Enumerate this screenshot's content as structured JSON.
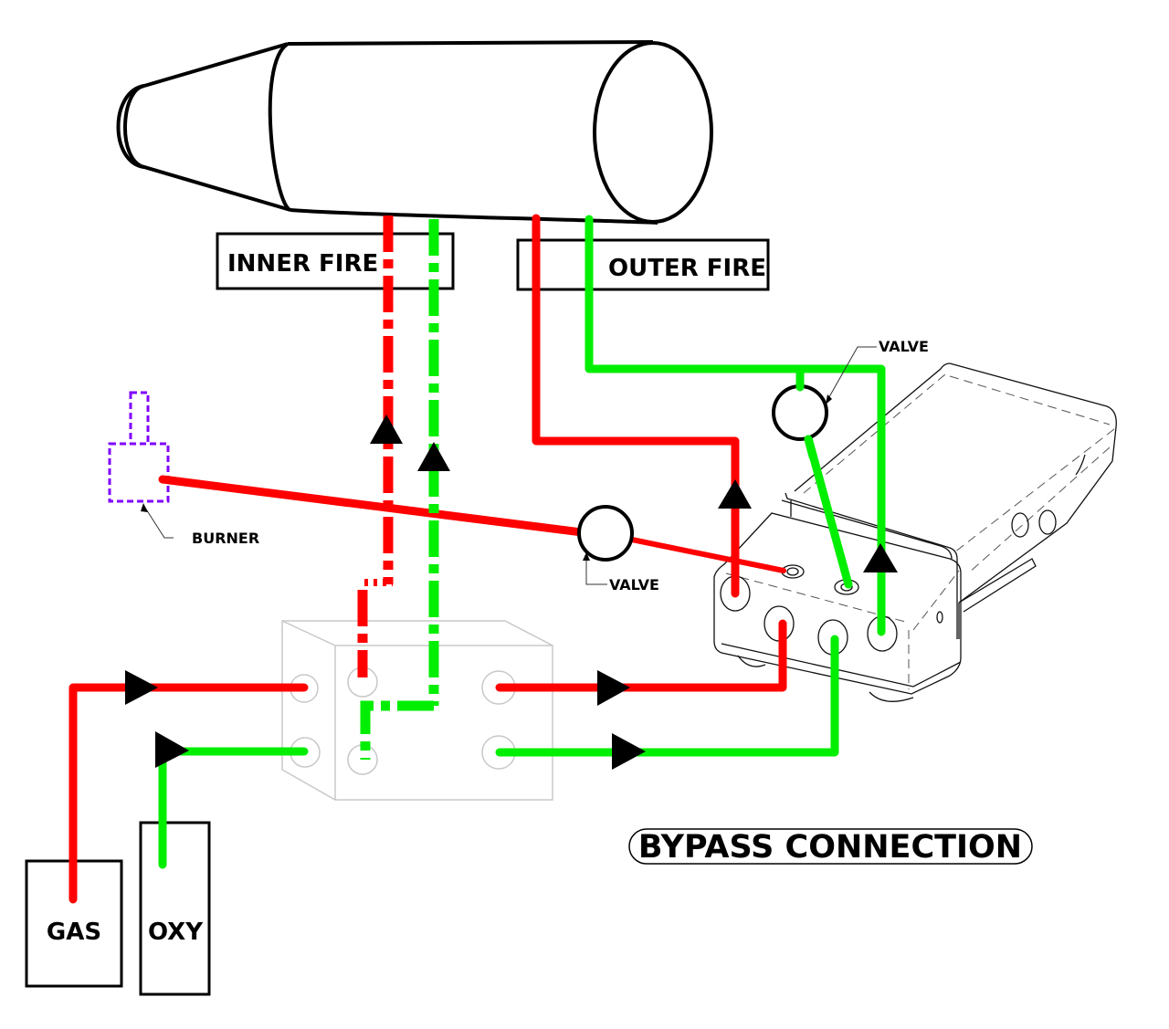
{
  "title": "BYPASS CONNECTION",
  "labels": {
    "inner_fire": "INNER FIRE",
    "outer_fire": "OUTER FIRE",
    "burner": "BURNER",
    "valve_top": "VALVE",
    "valve_middle": "VALVE",
    "gas": "GAS",
    "oxy": "OXY"
  },
  "colors": {
    "gas_line": "#ff0000",
    "oxygen_line": "#00ee00",
    "burner_outline": "#8000ff",
    "outline": "#000000",
    "bypass_block": "#c8c8c8"
  },
  "components": [
    {
      "id": "torch",
      "type": "torch-body",
      "outlets": [
        "inner-fire",
        "outer-fire"
      ]
    },
    {
      "id": "burner",
      "type": "pilot-burner",
      "style": "dashed"
    },
    {
      "id": "bypass-block",
      "type": "manifold",
      "ports": 6
    },
    {
      "id": "bypass-valve-unit",
      "type": "foot-pedal-valve"
    },
    {
      "id": "gas-tank",
      "type": "tank",
      "label": "GAS"
    },
    {
      "id": "oxy-tank",
      "type": "tank",
      "label": "OXY"
    },
    {
      "id": "valve-1",
      "type": "inline-valve",
      "line": "gas-to-burner"
    },
    {
      "id": "valve-2",
      "type": "inline-valve",
      "line": "oxygen-outer-fire"
    }
  ],
  "flows": [
    {
      "from": "GAS",
      "to": "bypass-block",
      "medium": "gas",
      "direction": "right"
    },
    {
      "from": "OXY",
      "to": "bypass-block",
      "medium": "oxygen",
      "direction": "right"
    },
    {
      "from": "bypass-block",
      "to": "INNER FIRE",
      "medium": "gas",
      "style": "dash-dot",
      "direction": "up"
    },
    {
      "from": "bypass-block",
      "to": "INNER FIRE",
      "medium": "oxygen",
      "style": "dash-dot",
      "direction": "up"
    },
    {
      "from": "bypass-block",
      "to": "bypass-valve-unit",
      "medium": "gas",
      "direction": "right"
    },
    {
      "from": "bypass-block",
      "to": "bypass-valve-unit",
      "medium": "oxygen",
      "direction": "right"
    },
    {
      "from": "bypass-valve-unit",
      "to": "OUTER FIRE",
      "medium": "gas",
      "direction": "up"
    },
    {
      "from": "bypass-valve-unit",
      "to": "OUTER FIRE",
      "medium": "oxygen",
      "direction": "up"
    },
    {
      "from": "bypass-valve-unit",
      "to": "BURNER",
      "medium": "gas",
      "via": "VALVE"
    }
  ]
}
